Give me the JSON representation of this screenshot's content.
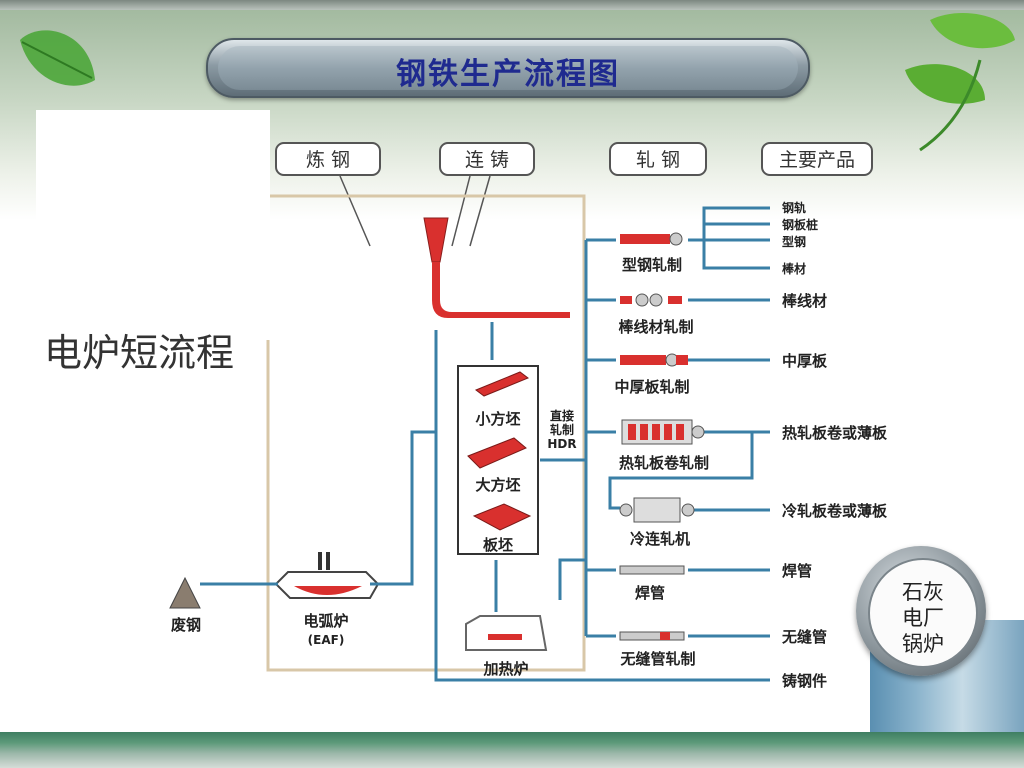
{
  "title": "钢铁生产流程图",
  "side_label": "电炉短流程",
  "stage_headers": [
    "炼 钢",
    "连 铸",
    "轧 钢",
    "主要产品"
  ],
  "inputs": {
    "scrap": "废钢",
    "eaf": "电弧炉",
    "eaf_abbr": "(EAF)"
  },
  "billets": {
    "small": "小方坯",
    "large": "大方坯",
    "slab": "板坯"
  },
  "hdr": {
    "line1": "直接",
    "line2": "轧制",
    "line3": "HDR"
  },
  "furnace": "加热炉",
  "mills": [
    "型钢轧制",
    "棒线材轧制",
    "中厚板轧制",
    "热轧板卷轧制",
    "冷连轧机",
    "焊管",
    "无缝管轧制"
  ],
  "products": [
    "钢轨",
    "钢板桩",
    "型钢",
    "棒材",
    "棒线材",
    "中厚板",
    "热轧板卷或薄板",
    "冷轧板卷或薄板",
    "焊管",
    "无缝管",
    "铸钢件"
  ],
  "badge": {
    "line1": "石灰",
    "line2": "电厂",
    "line3": "锅炉"
  },
  "colors": {
    "title_text": "#1f2a8f",
    "flow_line": "#3a7fa6",
    "steel_red": "#d9302e",
    "frame_line": "#d8c7a8"
  }
}
